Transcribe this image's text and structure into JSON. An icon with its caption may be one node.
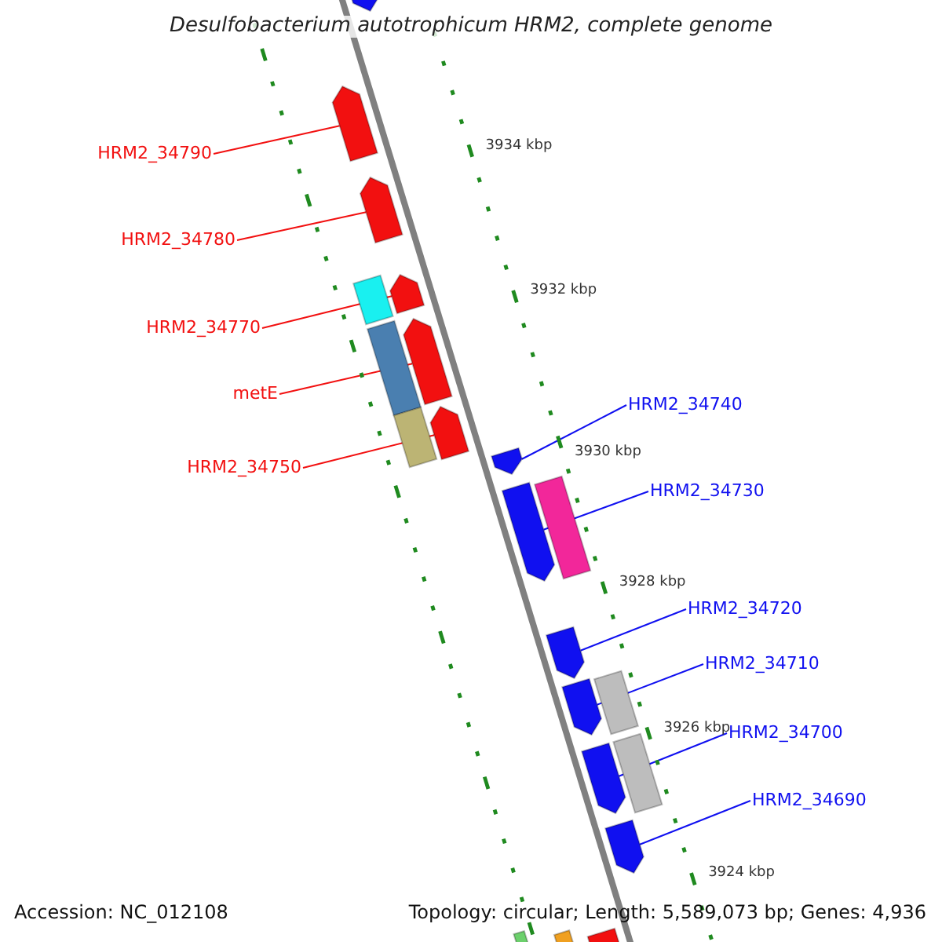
{
  "diagram": {
    "title": "Desulfobacterium autotrophicum HRM2, complete genome",
    "nodes": [
      {
        "text": [],
        "shape": "arrow"
      },
      {
        "text": [
          "HRM2_34790"
        ]
      },
      {
        "text": [],
        "shape": "arrow"
      },
      {
        "text": [
          "HRM2_34780"
        ]
      },
      {
        "text": [],
        "shape": "arrow"
      },
      {
        "text": [],
        "shape": "box"
      },
      {
        "text": [],
        "shape": "arrow"
      },
      {
        "text": [
          "HRM2_34770"
        ]
      },
      {
        "text": [],
        "shape": "box"
      },
      {
        "text": [],
        "shape": "arrow"
      },
      {
        "text": [
          "metE"
        ]
      },
      {
        "text": [],
        "shape": "box"
      },
      {
        "text": [],
        "shape": "arrow"
      },
      {
        "text": [
          "HRM2_34750"
        ]
      },
      {
        "text": [
          "HRM2_34740"
        ]
      },
      {
        "text": [],
        "shape": "arrow"
      },
      {
        "text": [],
        "shape": "arrow"
      },
      {
        "text": [],
        "shape": "box"
      },
      {
        "text": [
          "HRM2_34730"
        ]
      },
      {
        "text": [
          "HRM2_34720"
        ]
      },
      {
        "text": [],
        "shape": "arrow"
      },
      {
        "text": [],
        "shape": "arrow"
      },
      {
        "text": [],
        "shape": "box"
      },
      {
        "text": [
          "HRM2_34710"
        ]
      },
      {
        "text": [],
        "shape": "arrow"
      },
      {
        "text": [],
        "shape": "box"
      },
      {
        "text": [
          "HRM2_34700"
        ]
      },
      {
        "text": [
          "HRM2_34690"
        ]
      },
      {
        "text": [],
        "shape": "arrow"
      },
      {
        "text": [],
        "shape": "box"
      },
      {
        "text": [],
        "shape": "box"
      },
      {
        "text": [],
        "shape": "box"
      }
    ],
    "edges": [
      {
        "from": 1,
        "to": 2,
        "arrow": "none",
        "color": "#f21010"
      },
      {
        "from": 3,
        "to": 4,
        "arrow": "none",
        "color": "#f21010"
      },
      {
        "from": 7,
        "to": 6,
        "arrow": "none",
        "color": "#f21010"
      },
      {
        "from": 10,
        "to": 9,
        "arrow": "none",
        "color": "#f21010"
      },
      {
        "from": 13,
        "to": 12,
        "arrow": "none",
        "color": "#f21010"
      },
      {
        "from": 14,
        "to": 15,
        "arrow": "none"
      },
      {
        "from": 18,
        "to": 16,
        "arrow": "none"
      },
      {
        "from": 19,
        "to": 20,
        "arrow": "none"
      },
      {
        "from": 23,
        "to": 21,
        "arrow": "none"
      },
      {
        "from": 26,
        "to": 24,
        "arrow": "none"
      },
      {
        "from": 27,
        "to": 28,
        "arrow": "none"
      }
    ],
    "labels": [
      "3934 kbp",
      "3932 kbp",
      "3930 kbp",
      "3928 kbp",
      "3926 kbp",
      "3924 kbp",
      "Accession: NC_012108",
      "Topology: circular; Length: 5,589,073 bp; Genes: 4,936"
    ]
  }
}
